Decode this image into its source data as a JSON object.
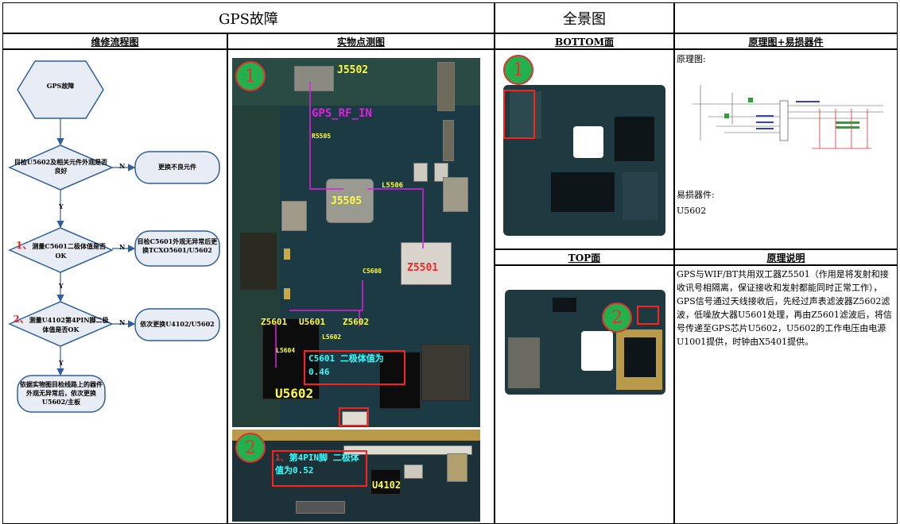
{
  "title": "GPS故障",
  "panorama_title": "全景图",
  "headers": {
    "flowchart": "维修流程图",
    "measure": "实物点测图",
    "bottom": "BOTTOM面",
    "schematic": "原理图+易损器件",
    "top": "TOP面",
    "principle": "原理说明"
  },
  "flow": {
    "start": "GPS故障",
    "q1": "目检U5602及相关元件外观是否良好",
    "a1": "更换不良元件",
    "q2_num": "1、",
    "q2": "测量C5601二极体值是否OK",
    "a2": "目检C5601外观无异常后更换TCXO5601/U5602",
    "q3_num": "2、",
    "q3": "测量U4102第4PIN脚二极体值是否OK",
    "a3": "依次更换U4102/U5602",
    "end": "依据实物图目检线路上的器件外观无异常后，依次更换U5602/主板",
    "yes": "Y",
    "no": "N"
  },
  "photo": {
    "badge1": "1",
    "badge2": "2",
    "j5502": "J5502",
    "gps_rf_in": "GPS_RF_IN",
    "r5505": "R5505",
    "l5506": "L5506",
    "j5505": "J5505",
    "c5608": "C5608",
    "z5501": "Z5501",
    "z5601": "Z5601",
    "u5601": "U5601",
    "z5602": "Z5602",
    "l5602": "L5602",
    "l5604": "L5604",
    "c5601_note": "C5601 二极体值为0.46",
    "u5602": "U5602",
    "pin_note_num": "1、",
    "pin_note": "第4PIN脚 二极体值为0.52",
    "u4102": "U4102"
  },
  "bottom_badge": "1",
  "top_badge": "2",
  "schematic": {
    "label": "原理图:",
    "vuln_label": "易损器件:",
    "vuln_part": "U5602"
  },
  "principle_text": "GPS与WIF/BT共用双工器Z5501（作用是将发射和接收讯号相隔离，保证接收和发射都能同时正常工作），GPS信号通过天线接收后，先经过声表滤波器Z5602滤波，低噪放大器U5601处理，再由Z5601滤波后，将信号传递至GPS芯片U5602，U5602的工作电压由电源U1001提供，时钟由X5401提供。"
}
